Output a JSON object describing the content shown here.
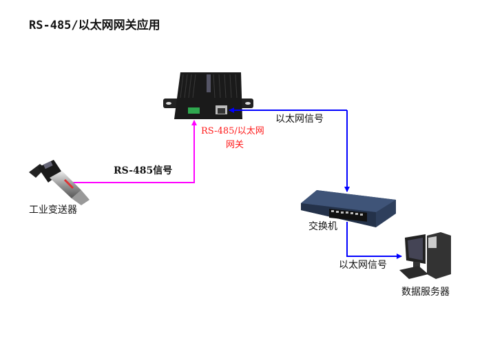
{
  "title": "RS-485/以太网网关应用",
  "gateway": {
    "label_line1": "RS-485/以太网",
    "label_line2": "网关"
  },
  "transmitter": {
    "label": "工业变送器"
  },
  "switch": {
    "label": "交换机"
  },
  "server": {
    "label": "数据服务器"
  },
  "links": {
    "rs485_signal": "RS-485信号",
    "ethernet_signal_1": "以太网信号",
    "ethernet_signal_2": "以太网信号"
  },
  "colors": {
    "rs485_line": "#ff00ff",
    "ethernet_line": "#0000ff",
    "gateway_label": "#ff1a1a"
  }
}
